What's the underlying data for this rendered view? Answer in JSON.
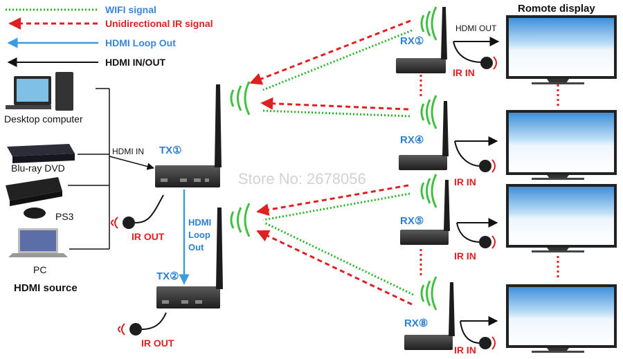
{
  "legend": {
    "wifi": "WIFI signal",
    "ir": "Unidirectional IR signal",
    "loop": "HDMI Loop Out",
    "inout": "HDMI IN/OUT"
  },
  "sources": {
    "desktop": "Desktop computer",
    "bluray": "Blu-ray DVD",
    "ps3": "PS3",
    "pc": "PC",
    "title": "HDMI source"
  },
  "hdmi_in": "HDMI IN",
  "tx1": {
    "label": "TX①",
    "ir": "IR OUT"
  },
  "tx2": {
    "label": "TX②",
    "ir": "IR OUT"
  },
  "loop_label": [
    "HDMI",
    "Loop",
    "Out"
  ],
  "receivers": [
    {
      "label": "RX①",
      "ir": "IR IN"
    },
    {
      "label": "RX④",
      "ir": "IR IN"
    },
    {
      "label": "RX⑤",
      "ir": "IR IN"
    },
    {
      "label": "RX⑧",
      "ir": "IR IN"
    }
  ],
  "hdmi_out": "HDMI OUT",
  "display_title": "Romote display",
  "watermark": "Store No: 2678056",
  "colors": {
    "wifi": "#22b422",
    "ir": "#e02020",
    "loop": "#3a9be0",
    "signal_arc": "#40c040"
  }
}
